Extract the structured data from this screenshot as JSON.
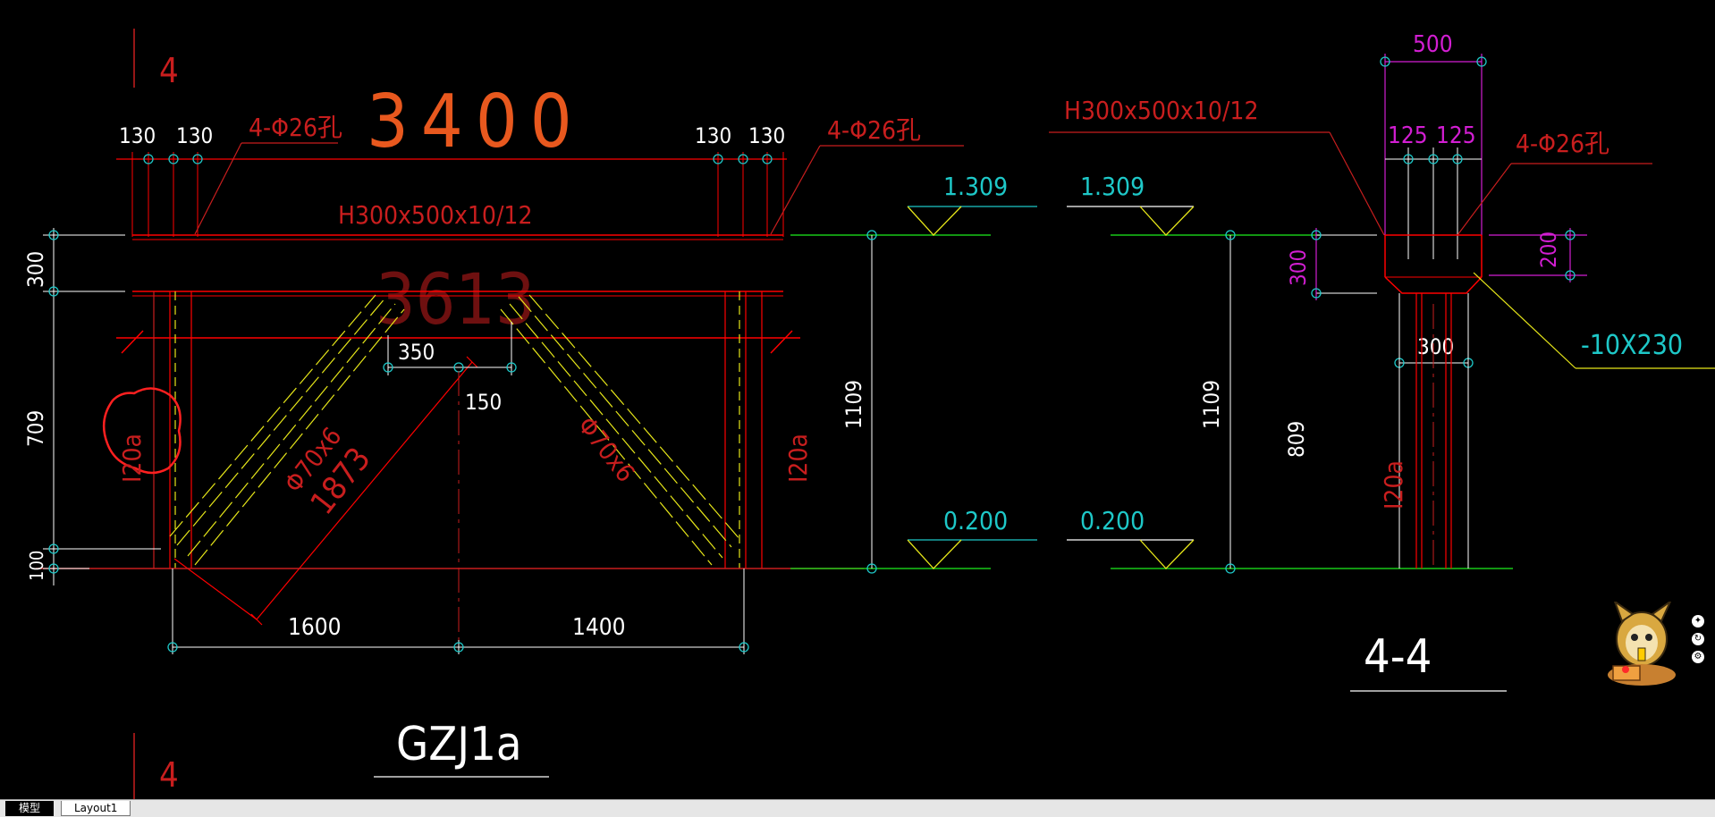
{
  "drawing": {
    "section_markers": {
      "top": "4",
      "bottom": "4"
    },
    "elevation": {
      "title": "GZJ1a",
      "span_label": "3400",
      "span_inner_label": "3613",
      "bolt_spacing_left": [
        "130",
        "130"
      ],
      "bolt_spacing_right": [
        "130",
        "130"
      ],
      "hole_note_left": "4-Φ26孔",
      "hole_note_right": "4-Φ26孔",
      "beam_label": "H300x500x10/12",
      "dim_350": "350",
      "dim_150": "150",
      "brace_label_left": "Φ70x6",
      "brace_label_right": "Φ70x6",
      "brace_length": "1873",
      "column_label_left": "I20a",
      "column_label_right": "I20a",
      "left_dims": [
        "300",
        "709",
        "100"
      ],
      "bottom_dims": [
        "1600",
        "1400"
      ],
      "level_top": "1.309",
      "level_bottom": "0.200",
      "height_dim": "1109"
    },
    "section": {
      "title": "4-4",
      "level_top": "1.309",
      "level_bottom": "0.200",
      "height_dim": "1109",
      "beam_label": "H300x500x10/12",
      "top_dim": "500",
      "bolt_dims": [
        "125",
        "125"
      ],
      "hole_note": "4-Φ26孔",
      "dim_300_left": "300",
      "dim_200_right": "200",
      "dim_300_bottom": "300",
      "plate_note": "-10X230",
      "dim_809": "809",
      "column_label": "I20a"
    }
  },
  "tabs": [
    {
      "label": "模型",
      "active": true
    },
    {
      "label": "Layout1",
      "active": false
    }
  ],
  "colors": {
    "background": "#000000",
    "red": "#ff0000",
    "dark_red": "#c81e1e",
    "orange": "#e8581e",
    "yellow": "#e6e619",
    "cyan": "#1ec8c8",
    "green": "#19c819",
    "magenta": "#d21ed2",
    "white": "#ffffff"
  }
}
